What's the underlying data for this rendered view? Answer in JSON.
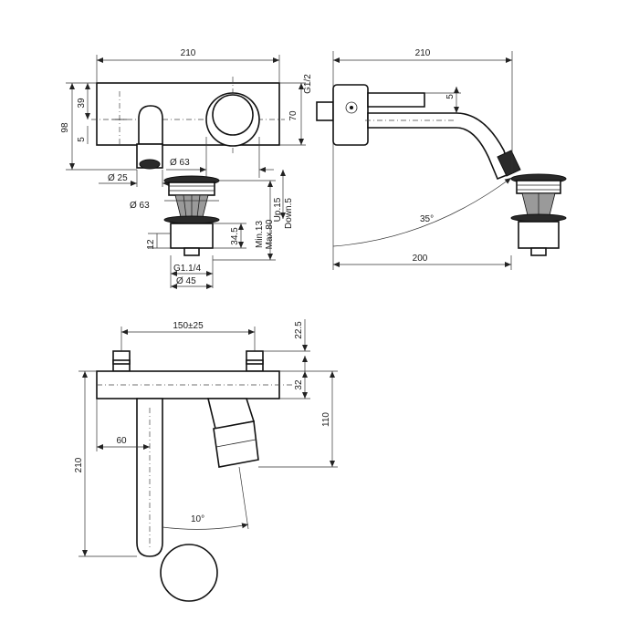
{
  "front_view": {
    "width": "210",
    "height": "98",
    "top_offset": "39",
    "small_offset": "5",
    "plate_height": "70",
    "thread": "G1/2",
    "spout_diameter": "Ø 25",
    "knob_diameter": "Ø 63"
  },
  "waste_valve": {
    "cap_diameter": "Ø 63",
    "base_diameter": "Ø 45",
    "thread": "G1.1/4",
    "dim_12": "12",
    "dim_34_5": "34.5",
    "range_min": "Min.13",
    "range_max": "Max.80",
    "travel_up": "Up.15",
    "travel_down": "Down.5"
  },
  "side_view": {
    "width": "210",
    "projection": "200",
    "angle": "35°",
    "offset": "5"
  },
  "top_view": {
    "spacing": "150±25",
    "stub_height": "22.5",
    "body_depth": "32",
    "total_depth": "110",
    "spout_length": "210",
    "spout_offset": "60",
    "angle": "10°"
  }
}
